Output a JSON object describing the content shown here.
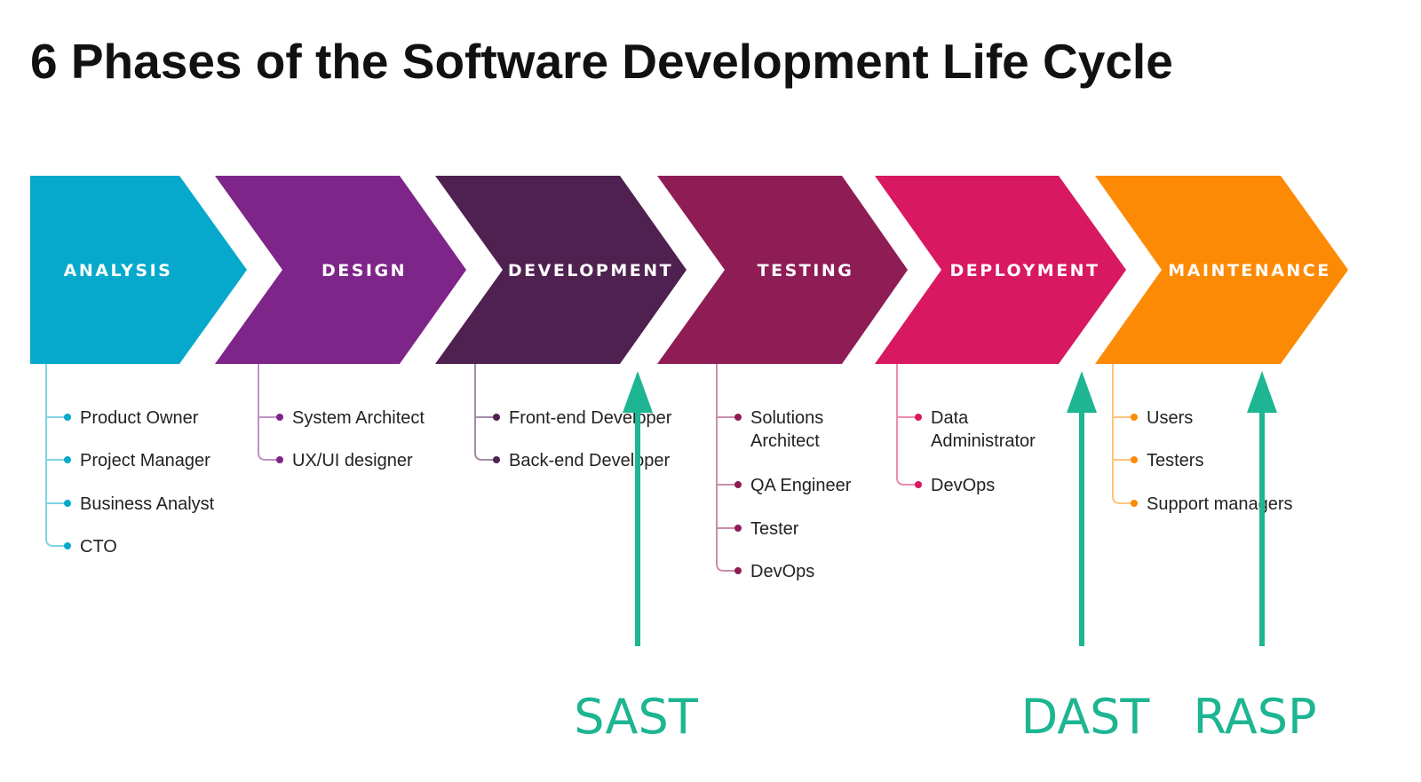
{
  "title": "6 Phases of the Software Development Life Cycle",
  "phases": [
    {
      "name": "ANALYSIS",
      "color": "#06a9cb",
      "line_color": "#7fd3e6",
      "roles": [
        [
          "Product Owner"
        ],
        [
          "Project Manager"
        ],
        [
          "Business Analyst"
        ],
        [
          "CTO"
        ]
      ]
    },
    {
      "name": "DESIGN",
      "color": "#7e2589",
      "line_color": "#c28fc9",
      "roles": [
        [
          "System Architect"
        ],
        [
          "UX/UI designer"
        ]
      ]
    },
    {
      "name": "DEVELOPMENT",
      "color": "#4f2150",
      "line_color": "#a48aa5",
      "roles": [
        [
          "Front-end Developer"
        ],
        [
          "Back-end Developer"
        ]
      ]
    },
    {
      "name": "TESTING",
      "color": "#8e1d56",
      "line_color": "#c98eab",
      "roles": [
        [
          "Solutions",
          "Architect"
        ],
        [
          "QA Engineer"
        ],
        [
          "Tester"
        ],
        [
          "DevOps"
        ]
      ]
    },
    {
      "name": "DEPLOYMENT",
      "color": "#d81860",
      "line_color": "#ec8cb0",
      "roles": [
        [
          "Data",
          "Administrator"
        ],
        [
          "DevOps"
        ]
      ]
    },
    {
      "name": "MAINTENANCE",
      "color": "#fd8a04",
      "line_color": "#fec481",
      "roles": [
        [
          "Users"
        ],
        [
          "Testers"
        ],
        [
          "Support managers"
        ]
      ]
    }
  ],
  "security_tools": {
    "color": "#1db592",
    "items": [
      {
        "label": "SAST",
        "points_to": "DEVELOPMENT"
      },
      {
        "label": "DAST",
        "points_to": "DEPLOYMENT"
      },
      {
        "label": "RASP",
        "points_to": "MAINTENANCE"
      }
    ]
  }
}
